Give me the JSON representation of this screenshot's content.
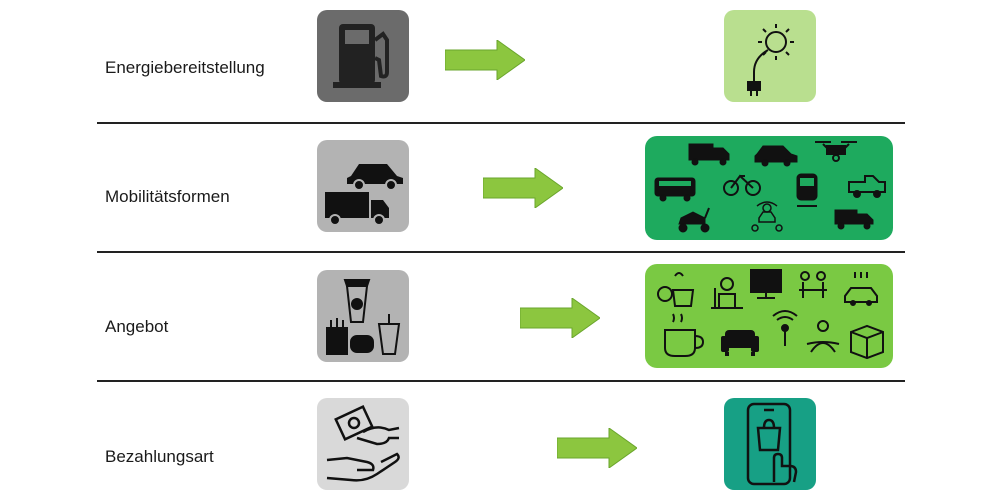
{
  "rows": [
    {
      "label": "Energiebereitstellung",
      "old_icon": "fuel-pump-icon",
      "new_icon": "solar-plug-icon"
    },
    {
      "label": "Mobilitätsformen",
      "old_icon": "car-truck-icon",
      "new_icon": "mobility-icons-grid"
    },
    {
      "label": "Angebot",
      "old_icon": "fast-food-icon",
      "new_icon": "services-icons-grid"
    },
    {
      "label": "Bezahlungsart",
      "old_icon": "cash-handover-icon",
      "new_icon": "mobile-payment-icon"
    }
  ],
  "colors": {
    "arrow": "#8cc63f",
    "old_box_dark": "#6b6b6b",
    "old_box_light": "#b3b3b3",
    "energy_new": "#b9df8f",
    "mobility_new": "#1eaa5e",
    "offer_new": "#7ac943",
    "payment_new": "#17a085"
  }
}
